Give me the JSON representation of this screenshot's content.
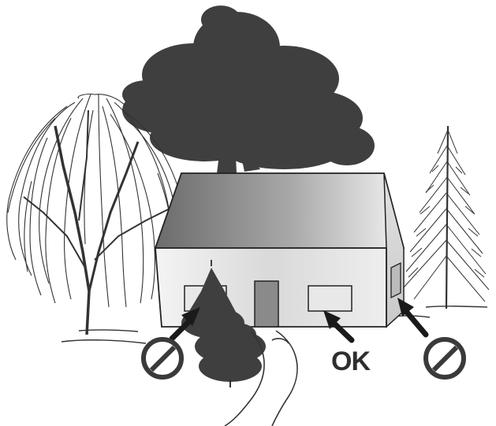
{
  "labels": {
    "ok": "OK"
  },
  "markers": [
    {
      "id": "window-left",
      "status": "not-allowed",
      "symbol": "prohibition-icon"
    },
    {
      "id": "window-center",
      "status": "allowed",
      "symbol": "ok-text"
    },
    {
      "id": "window-right",
      "status": "not-allowed",
      "symbol": "prohibition-icon"
    }
  ],
  "colors": {
    "dark_gray": "#3f3f3f",
    "mid_gray": "#8a8a8a",
    "light_gray": "#e8e8e8",
    "background": "#ffffff"
  }
}
